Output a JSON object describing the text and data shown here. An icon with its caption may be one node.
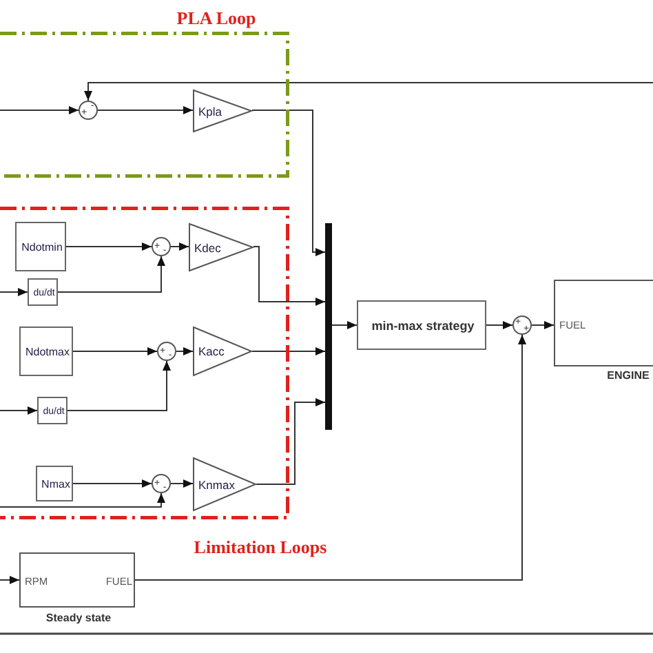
{
  "diagram": {
    "nodes": [
      {
        "text": [
          "PLA Loop"
        ]
      },
      {
        "text": [
          "+",
          "-"
        ],
        "in": 0
      },
      {
        "text": [
          "Kpla"
        ],
        "in": 0
      },
      {
        "text": [
          "Limitation Loops"
        ]
      },
      {
        "text": [
          "Ndotmin"
        ],
        "in": 3
      },
      {
        "text": [
          "+",
          "-"
        ],
        "in": 3
      },
      {
        "text": [
          "Kdec"
        ],
        "in": 3
      },
      {
        "text": [
          "du/dt"
        ],
        "in": 3
      },
      {
        "text": [
          "Ndotmax"
        ],
        "in": 3
      },
      {
        "text": [
          "+",
          "-"
        ],
        "in": 3
      },
      {
        "text": [
          "Kacc"
        ],
        "in": 3
      },
      {
        "text": [
          "du/dt"
        ],
        "in": 3
      },
      {
        "text": [
          "Nmax"
        ],
        "in": 3
      },
      {
        "text": [
          "+",
          "-"
        ],
        "in": 3
      },
      {
        "text": [
          "Knmax"
        ],
        "in": 3
      },
      {
        "text": [],
        "shape": "bar"
      },
      {
        "text": [
          "min-max strategy"
        ]
      },
      {
        "text": [
          "+",
          "+"
        ]
      },
      {
        "text": [
          "FUEL",
          "ENGINE"
        ]
      },
      {
        "text": [
          "RPM",
          "FUEL",
          "Steady state"
        ]
      }
    ],
    "edges": [
      {
        "from": null,
        "to": 1,
        "arrow": "to"
      },
      {
        "from": null,
        "to": 1,
        "arrow": "to"
      },
      {
        "from": 1,
        "to": 2,
        "arrow": "to"
      },
      {
        "from": 2,
        "to": 15,
        "arrow": "to"
      },
      {
        "from": 4,
        "to": 5,
        "arrow": "to"
      },
      {
        "from": null,
        "to": 7,
        "arrow": "to"
      },
      {
        "from": 7,
        "to": 5,
        "arrow": "to"
      },
      {
        "from": 5,
        "to": 6,
        "arrow": "to"
      },
      {
        "from": 6,
        "to": 15,
        "arrow": "to"
      },
      {
        "from": 8,
        "to": 9,
        "arrow": "to"
      },
      {
        "from": null,
        "to": 11,
        "arrow": "to"
      },
      {
        "from": 11,
        "to": 9,
        "arrow": "to"
      },
      {
        "from": 9,
        "to": 10,
        "arrow": "to"
      },
      {
        "from": 10,
        "to": 15,
        "arrow": "to"
      },
      {
        "from": 12,
        "to": 13,
        "arrow": "to"
      },
      {
        "from": null,
        "to": 13,
        "arrow": "to"
      },
      {
        "from": 13,
        "to": 14,
        "arrow": "to"
      },
      {
        "from": 14,
        "to": 15,
        "arrow": "to"
      },
      {
        "from": 15,
        "to": 16,
        "arrow": "to"
      },
      {
        "from": 16,
        "to": 17,
        "arrow": "to"
      },
      {
        "from": 17,
        "to": 18,
        "arrow": "to"
      },
      {
        "from": null,
        "to": 19,
        "arrow": "to"
      },
      {
        "from": 19,
        "to": 17,
        "arrow": "to"
      }
    ]
  }
}
